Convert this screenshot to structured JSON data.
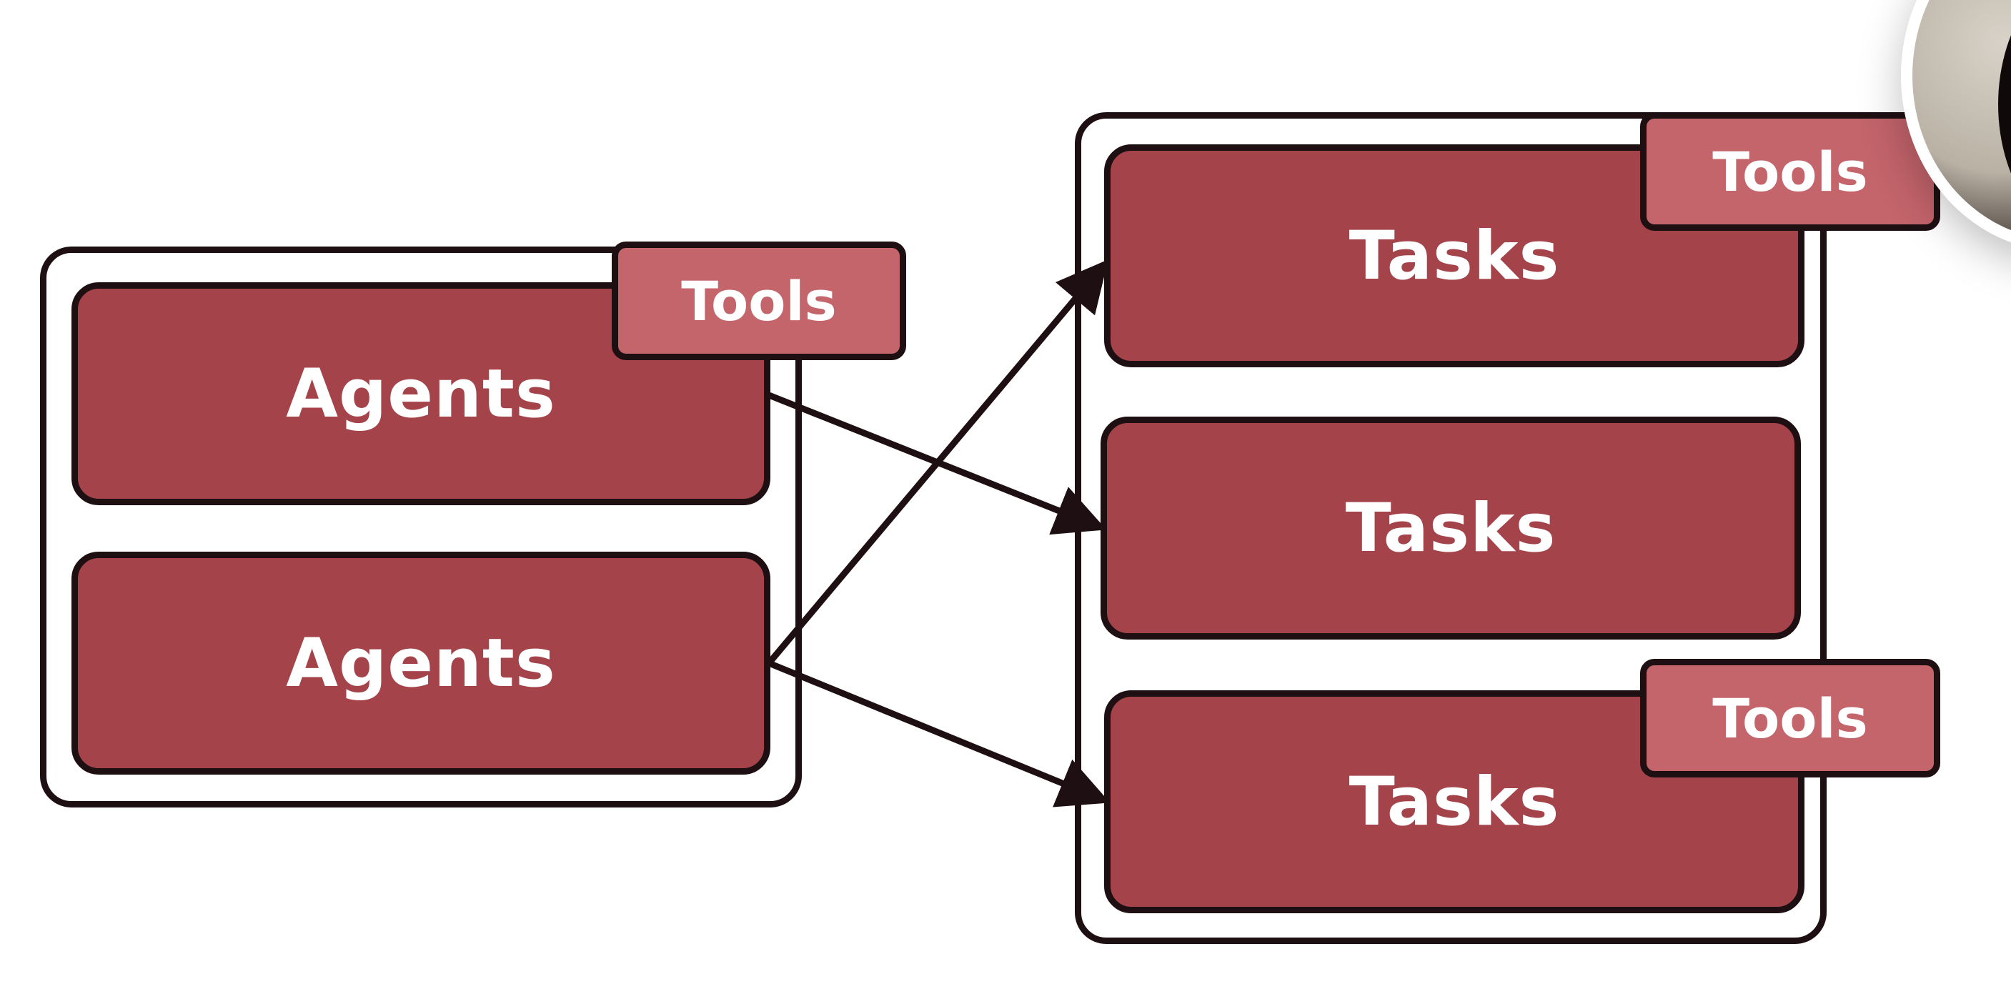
{
  "diagram": {
    "colors": {
      "box_fill": "#a5434b",
      "tag_fill": "#c4646b",
      "outline": "#1e1012",
      "label_text": "#ffffff",
      "background": "#ffffff"
    },
    "agents_group": {
      "agents": [
        {
          "label": "Agents",
          "tool_tag": "Tools"
        },
        {
          "label": "Agents"
        }
      ]
    },
    "tasks_group": {
      "tasks": [
        {
          "label": "Tasks",
          "tool_tag": "Tools"
        },
        {
          "label": "Tasks"
        },
        {
          "label": "Tasks",
          "tool_tag": "Tools"
        }
      ]
    },
    "connections": [
      {
        "from": "agent-1",
        "to": "task-2"
      },
      {
        "from": "agent-2",
        "to": "task-1"
      },
      {
        "from": "agent-2",
        "to": "task-3"
      }
    ]
  }
}
